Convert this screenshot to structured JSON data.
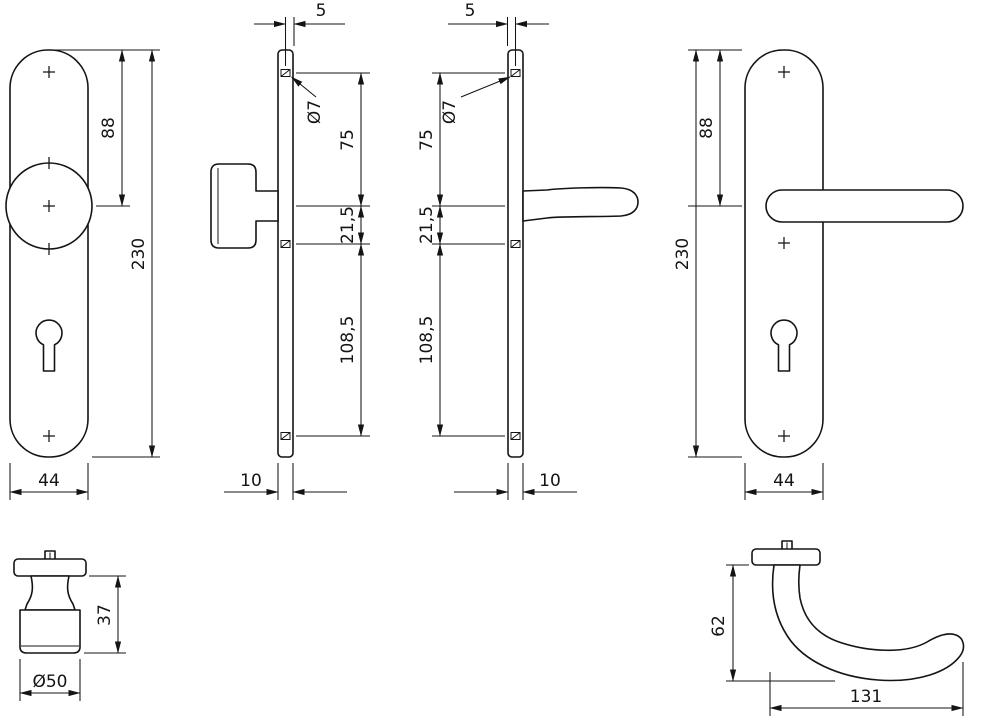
{
  "views": {
    "knob_plate_front": {
      "hole_spacing": "88",
      "height": "230",
      "width": "44"
    },
    "knob_plate_side": {
      "face_offset": "5",
      "hole_diameter": "Ø7",
      "upper_span": "75",
      "mid_span": "21,5",
      "lower_span": "108,5",
      "thickness": "10"
    },
    "lever_plate_side": {
      "face_offset": "5",
      "hole_diameter": "Ø7",
      "upper_span": "75",
      "mid_span": "21,5",
      "lower_span": "108,5",
      "thickness": "10"
    },
    "lever_plate_front": {
      "hole_spacing": "88",
      "height": "230",
      "width": "44"
    },
    "knob_detail": {
      "height": "37",
      "diameter": "Ø50"
    },
    "lever_detail": {
      "projection": "62",
      "length": "131"
    }
  }
}
